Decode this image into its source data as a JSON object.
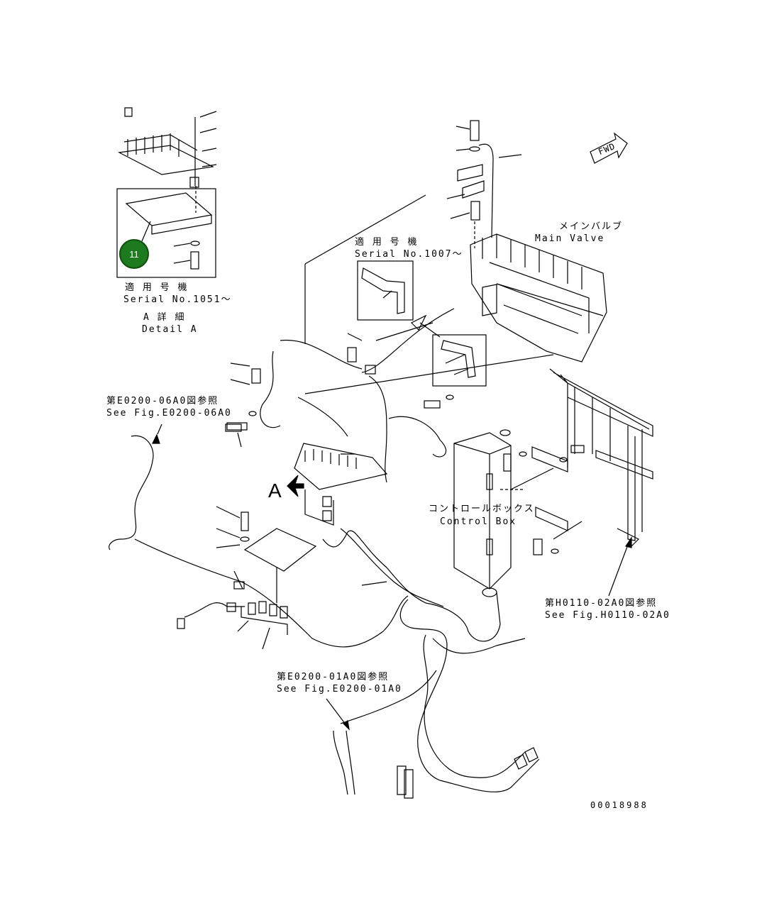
{
  "callout": {
    "number": "11"
  },
  "detail_a": {
    "applicable_jp": "適 用 号 機",
    "serial": "Serial No.1051～",
    "title_jp": "A 詳 細",
    "title_en": "Detail A"
  },
  "serial_1007": {
    "applicable_jp": "適 用 号 機",
    "serial": "Serial No.1007～"
  },
  "main_valve": {
    "jp": "メインバルブ",
    "en": "Main Valve"
  },
  "control_box": {
    "jp": "コントロールボックス",
    "en": "Control Box"
  },
  "ref_e0200_06": {
    "jp": "第E0200-06A0図参照",
    "en": "See Fig.E0200-06A0"
  },
  "ref_h0110_02": {
    "jp": "第H0110-02A0図参照",
    "en": "See Fig.H0110-02A0"
  },
  "ref_e0200_01": {
    "jp": "第E0200-01A0図参照",
    "en": "See Fig.E0200-01A0"
  },
  "view_marker": "A",
  "fwd_label": "FWD",
  "drawing_number": "00018988",
  "colors": {
    "callout_fill": "#1e7a1e",
    "line": "#000000",
    "background": "#ffffff"
  }
}
